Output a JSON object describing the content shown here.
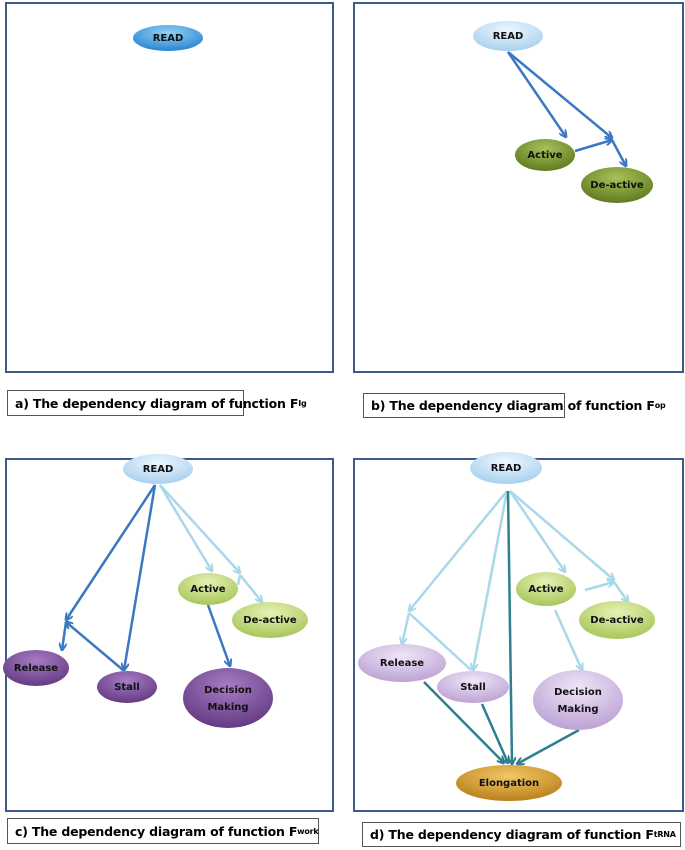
{
  "panels": {
    "a": {
      "caption": "a) The dependency diagram of function F",
      "sub": "Ig",
      "nodes": {
        "read": "READ"
      }
    },
    "b": {
      "caption": "b) The dependency diagram of function F",
      "sub": "op",
      "nodes": {
        "read": "READ",
        "active": "Active",
        "deactive": "De-active"
      }
    },
    "c": {
      "caption": "c) The dependency diagram of function F",
      "sub": "work",
      "nodes": {
        "read": "READ",
        "active": "Active",
        "deactive": "De-active",
        "release": "Release",
        "stall": "Stall",
        "decision1": "Decision",
        "decision2": "Making"
      }
    },
    "d": {
      "caption": "d) The dependency diagram of function F",
      "sub": "tRNA",
      "nodes": {
        "read": "READ",
        "active": "Active",
        "deactive": "De-active",
        "release": "Release",
        "stall": "Stall",
        "decision1": "Decision",
        "decision2": "Making",
        "elongation": "Elongation"
      }
    }
  },
  "colors": {
    "border": "#3d5a8a",
    "dark_arrow": "#3b78c4",
    "light_arrow": "#a9d8e8",
    "teal_arrow": "#2e7f90",
    "read_blue": "#3a9be0",
    "read_light": "#c6e2f5",
    "green": "#7a9a2e",
    "light_green": "#c5dc7c",
    "purple": "#7e4d9c",
    "light_purple": "#d2bfe2",
    "gold": "#d9a02c"
  }
}
